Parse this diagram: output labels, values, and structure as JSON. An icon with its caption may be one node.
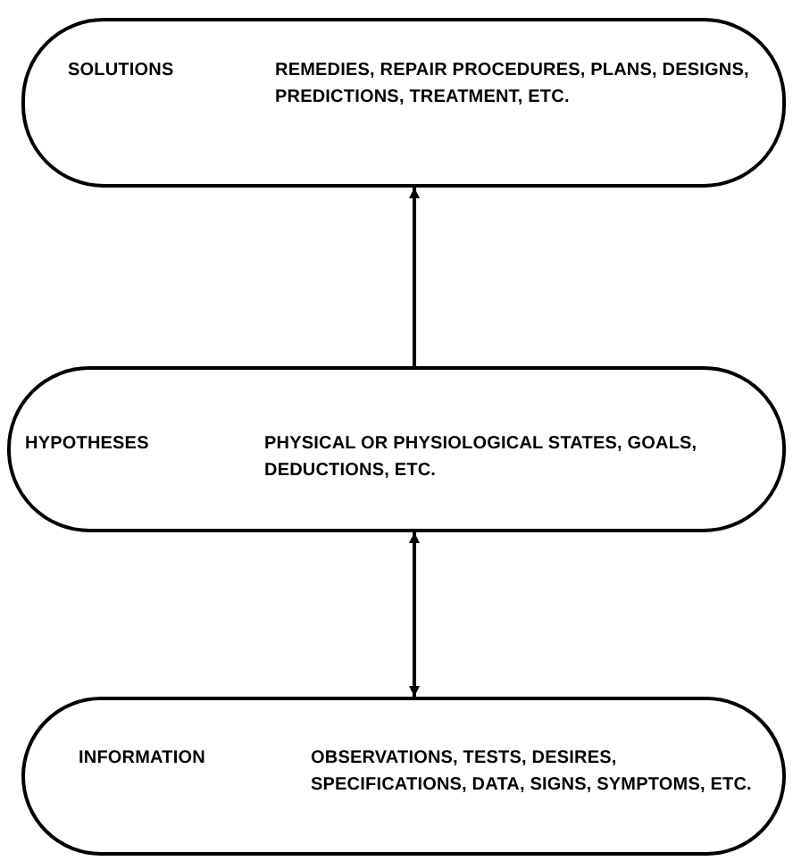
{
  "diagram": {
    "nodes": [
      {
        "text": [
          "SOLUTIONS",
          "REMEDIES, REPAIR PROCEDURES, PLANS, DESIGNS, PREDICTIONS, TREATMENT, ETC."
        ]
      },
      {
        "text": [
          "HYPOTHESES",
          "PHYSICAL OR PHYSIOLOGICAL STATES, GOALS, DEDUCTIONS, ETC."
        ]
      },
      {
        "text": [
          "INFORMATION",
          "OBSERVATIONS, TESTS, DESIRES, SPECIFICATIONS, DATA, SIGNS, SYMPTOMS, ETC."
        ]
      }
    ],
    "edges": [
      {
        "from": 1,
        "to": 0,
        "arrow": "to"
      },
      {
        "from": 2,
        "to": 1,
        "arrow": "both"
      }
    ]
  }
}
